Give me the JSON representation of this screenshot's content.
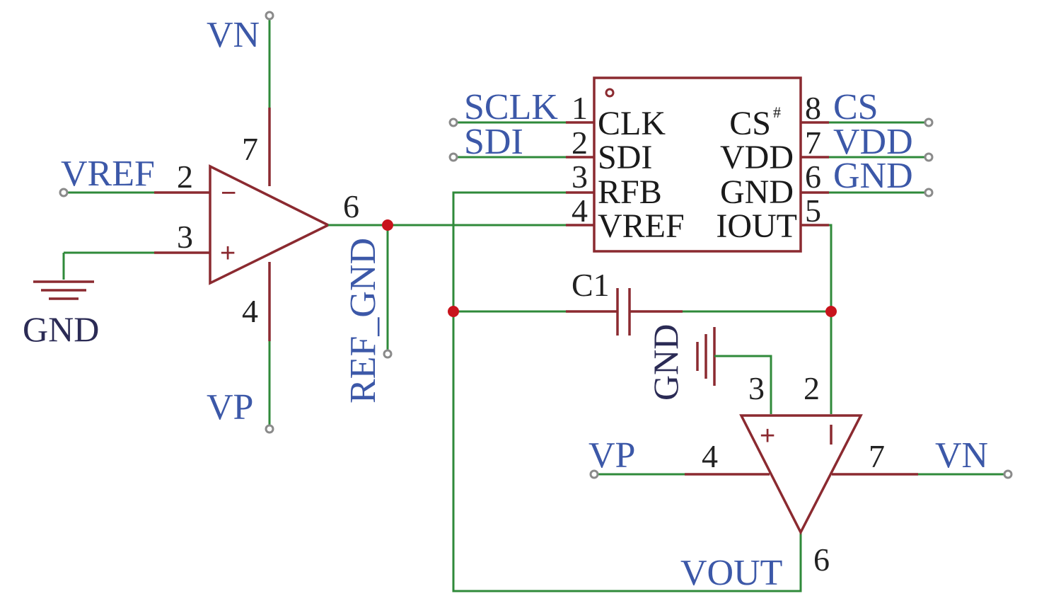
{
  "net_labels": {
    "vn_top": "VN",
    "vp_bottom": "VP",
    "vref_in": "VREF",
    "gnd_left": "GND",
    "ref_gnd": "REF_GND",
    "sclk": "SCLK",
    "sdi": "SDI",
    "cs": "CS",
    "vdd": "VDD",
    "gnd_right": "GND",
    "gnd_mid": "GND",
    "vp_right": "VP",
    "vn_right": "VN",
    "vout": "VOUT"
  },
  "components": {
    "capacitor": "C1"
  },
  "opamp1": {
    "pin_vsup_top": "7",
    "pin_inv": "2",
    "pin_noninv": "3",
    "pin_out": "6",
    "pin_vsup_bottom": "4",
    "minus_sign": "−",
    "plus_sign": "+"
  },
  "opamp2": {
    "pin_noninv": "3",
    "pin_inv": "2",
    "pin_left": "4",
    "pin_right": "7",
    "pin_out": "6",
    "plus_sign": "+",
    "minus_sign": "−"
  },
  "dac": {
    "left_pins": [
      {
        "num": "1",
        "name": "CLK"
      },
      {
        "num": "2",
        "name": "SDI"
      },
      {
        "num": "3",
        "name": "RFB"
      },
      {
        "num": "4",
        "name": "VREF"
      }
    ],
    "right_pins": [
      {
        "num": "8",
        "name": "CS"
      },
      {
        "num": "7",
        "name": "VDD"
      },
      {
        "num": "6",
        "name": "GND"
      },
      {
        "num": "5",
        "name": "IOUT"
      }
    ],
    "cs_superscript": "#"
  },
  "colors": {
    "wire": "#2f8a3a",
    "symbol": "#8b2a30",
    "net_label": "#3c58a8",
    "junction": "#c8141c"
  }
}
